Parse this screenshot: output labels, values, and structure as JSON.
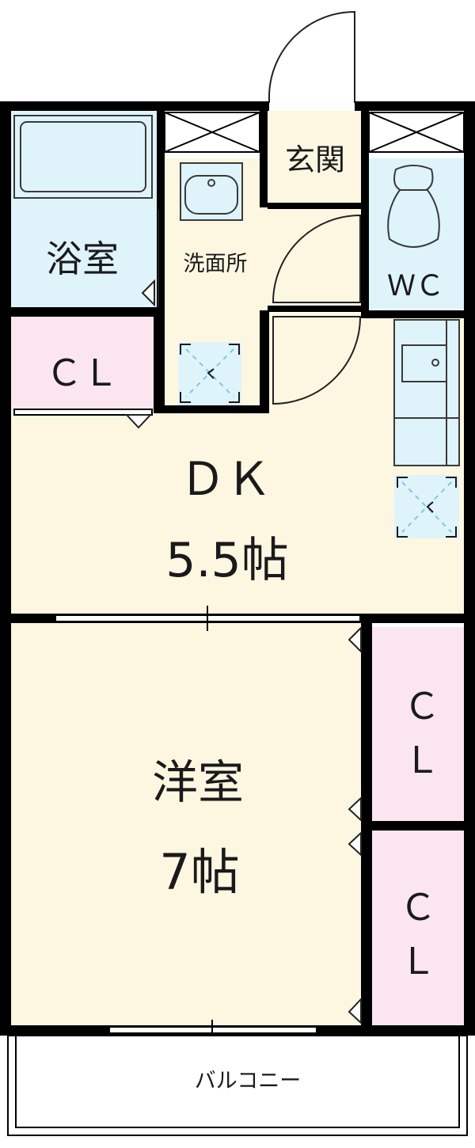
{
  "rooms": {
    "bath": {
      "label": "浴室"
    },
    "washroom": {
      "label": "洗面所"
    },
    "entrance": {
      "label": "玄関"
    },
    "toilet": {
      "label": "ＷＣ"
    },
    "closet_top": {
      "label": "ＣＬ"
    },
    "dk": {
      "label": "ＤＫ",
      "size": "5.5帖"
    },
    "western": {
      "label": "洋室",
      "size": "7帖"
    },
    "closet_right_upper": {
      "label_line1": "Ｃ",
      "label_line2": "Ｌ"
    },
    "closet_right_lower": {
      "label_line1": "Ｃ",
      "label_line2": "Ｌ"
    },
    "balcony": {
      "label": "バルコニー"
    }
  },
  "colors": {
    "wall": "#000000",
    "wet_area": "#dff3fb",
    "closet": "#fbe6ef",
    "living": "#fdf7e2",
    "fixture_stroke": "#3a3a3a"
  }
}
